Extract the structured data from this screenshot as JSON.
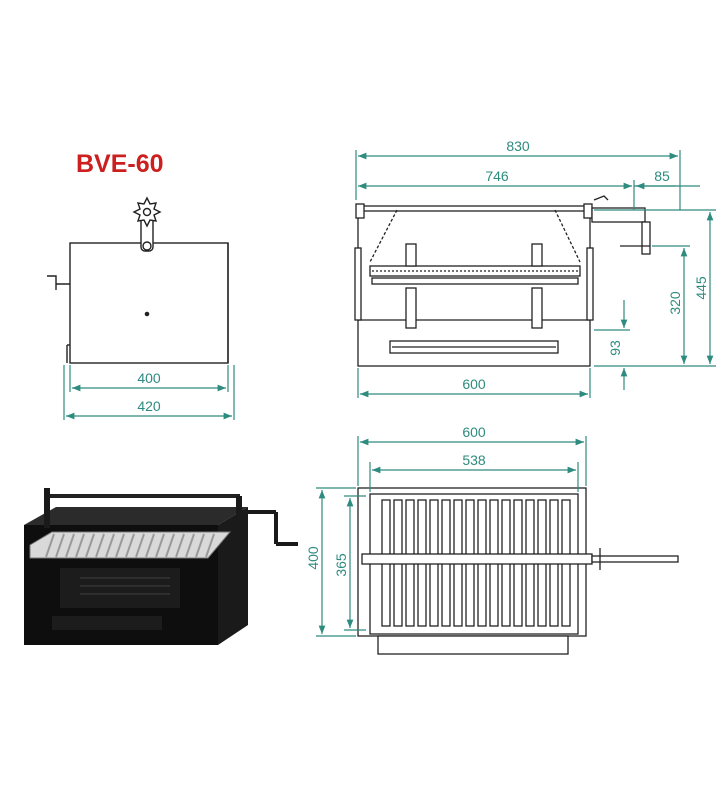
{
  "title": "BVE-60",
  "colors": {
    "title": "#cc1f1f",
    "dimension": "#2e8b7f",
    "outline": "#222222",
    "body_fill": "#101010",
    "grate_fill": "#d9d9d9"
  },
  "side_view": {
    "depth_inner": "400",
    "depth_outer": "420"
  },
  "front_view": {
    "width_overall": "830",
    "width_body": "746",
    "crank_projection": "85",
    "height_overall": "445",
    "height_spit": "320",
    "height_drawer": "93",
    "width_base": "600"
  },
  "top_view": {
    "width_outer": "600",
    "width_inner": "538",
    "depth_outer": "400",
    "depth_inner": "365"
  },
  "icons": [
    "rotisserie-gear-icon",
    "crank-handle-icon"
  ]
}
